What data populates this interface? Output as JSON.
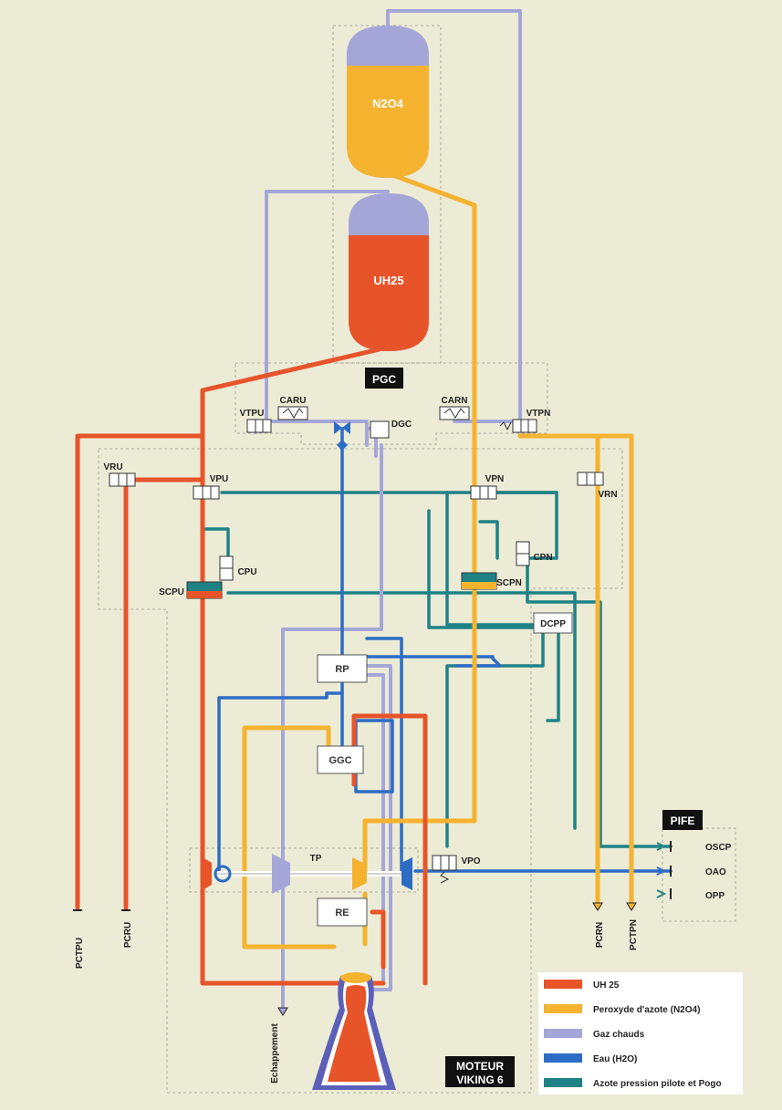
{
  "colors": {
    "uh25": "#e8542a",
    "n2o4": "#f5b330",
    "gas": "#a5a6d8",
    "water": "#2d6cc4",
    "nitrogen": "#1f8285",
    "background": "#ecebd6",
    "box_fill": "#ffffff",
    "tag_fill": "#111111"
  },
  "tanks": {
    "oxidizer": "N2O4",
    "fuel": "UH25"
  },
  "groups": {
    "pgc": "PGC",
    "pife": "PIFE",
    "engine_line1": "MOTEUR",
    "engine_line2": "VIKING 6"
  },
  "components": {
    "caru": "CARU",
    "carn": "CARN",
    "vtpu": "VTPU",
    "vtpn": "VTPN",
    "dgc": "DGC",
    "vru": "VRU",
    "vpu": "VPU",
    "vpn": "VPN",
    "vrn": "VRN",
    "cpu": "CPU",
    "cpn": "CPN",
    "scpu": "SCPU",
    "scpn": "SCPN",
    "dcpp": "DCPP",
    "rp": "RP",
    "ggc": "GGC",
    "tp": "TP",
    "vpo": "VPO",
    "re": "RE"
  },
  "outputs": {
    "pctpu": "PCTPU",
    "pcru": "PCRU",
    "pcrn": "PCRN",
    "pctpn": "PCTPN",
    "echappement": "Echappement",
    "oscp": "OSCP",
    "oao": "OAO",
    "opp": "OPP"
  },
  "legend": {
    "items": [
      {
        "label": "UH 25",
        "color": "#e8542a"
      },
      {
        "label": "Peroxyde d'azote (N2O4)",
        "color": "#f5b330"
      },
      {
        "label": "Gaz chauds",
        "color": "#a5a6d8"
      },
      {
        "label": "Eau (H2O)",
        "color": "#2d6cc4"
      },
      {
        "label": "Azote pression pilote et Pogo",
        "color": "#1f8285"
      }
    ]
  }
}
